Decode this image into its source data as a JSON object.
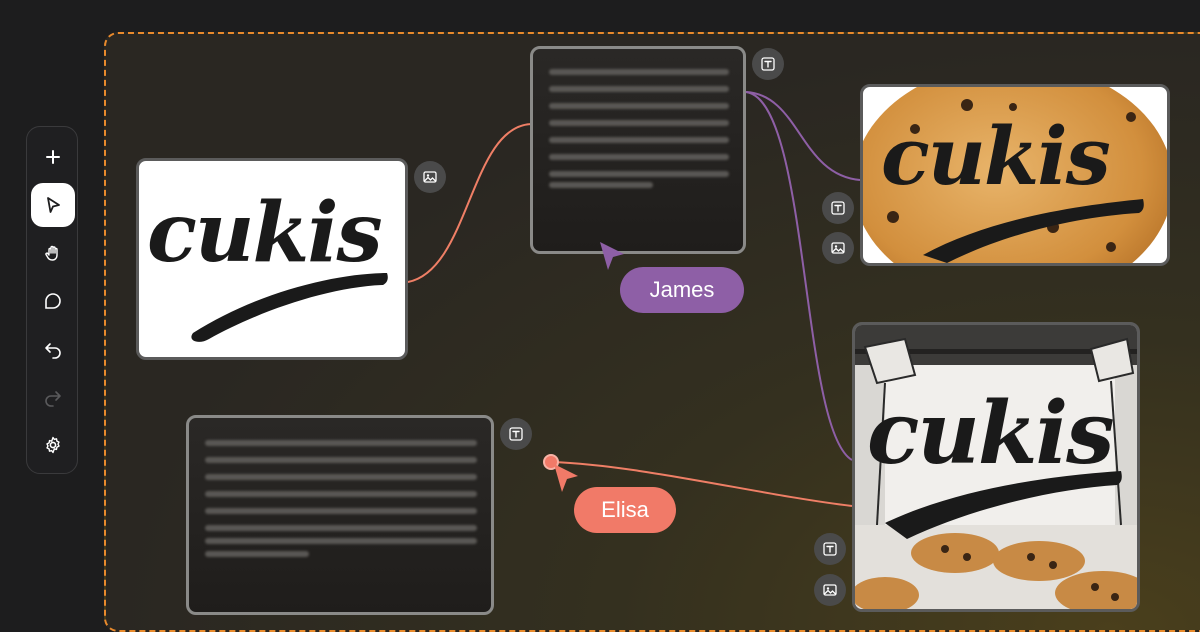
{
  "toolbar": {
    "tools": [
      {
        "name": "add",
        "icon": "plus-icon"
      },
      {
        "name": "select",
        "icon": "pointer-icon",
        "active": true
      },
      {
        "name": "pan",
        "icon": "hand-icon"
      },
      {
        "name": "comment",
        "icon": "comment-icon"
      },
      {
        "name": "undo",
        "icon": "undo-icon"
      },
      {
        "name": "redo",
        "icon": "redo-icon",
        "disabled": true
      },
      {
        "name": "settings",
        "icon": "gear-icon"
      }
    ]
  },
  "nodes": {
    "logo_image": {
      "logo_text": "cukis",
      "badge_icon": "image-icon"
    },
    "text_node_top": {
      "badge_icon": "text-icon"
    },
    "text_node_bottom": {
      "badge_icon": "text-icon"
    },
    "cookie_image": {
      "logo_text": "cukis",
      "badge_icons": [
        "text-icon",
        "image-icon"
      ]
    },
    "studio_image": {
      "logo_text": "cukis",
      "badge_icons": [
        "text-icon",
        "image-icon"
      ]
    }
  },
  "cursors": [
    {
      "name": "James",
      "color": "#8e5fa6"
    },
    {
      "name": "Elisa",
      "color": "#f17a68"
    }
  ],
  "colors": {
    "canvas_border": "#e98a2c",
    "wire_salmon": "#ef7f66",
    "wire_purple": "#8e5fa6"
  }
}
